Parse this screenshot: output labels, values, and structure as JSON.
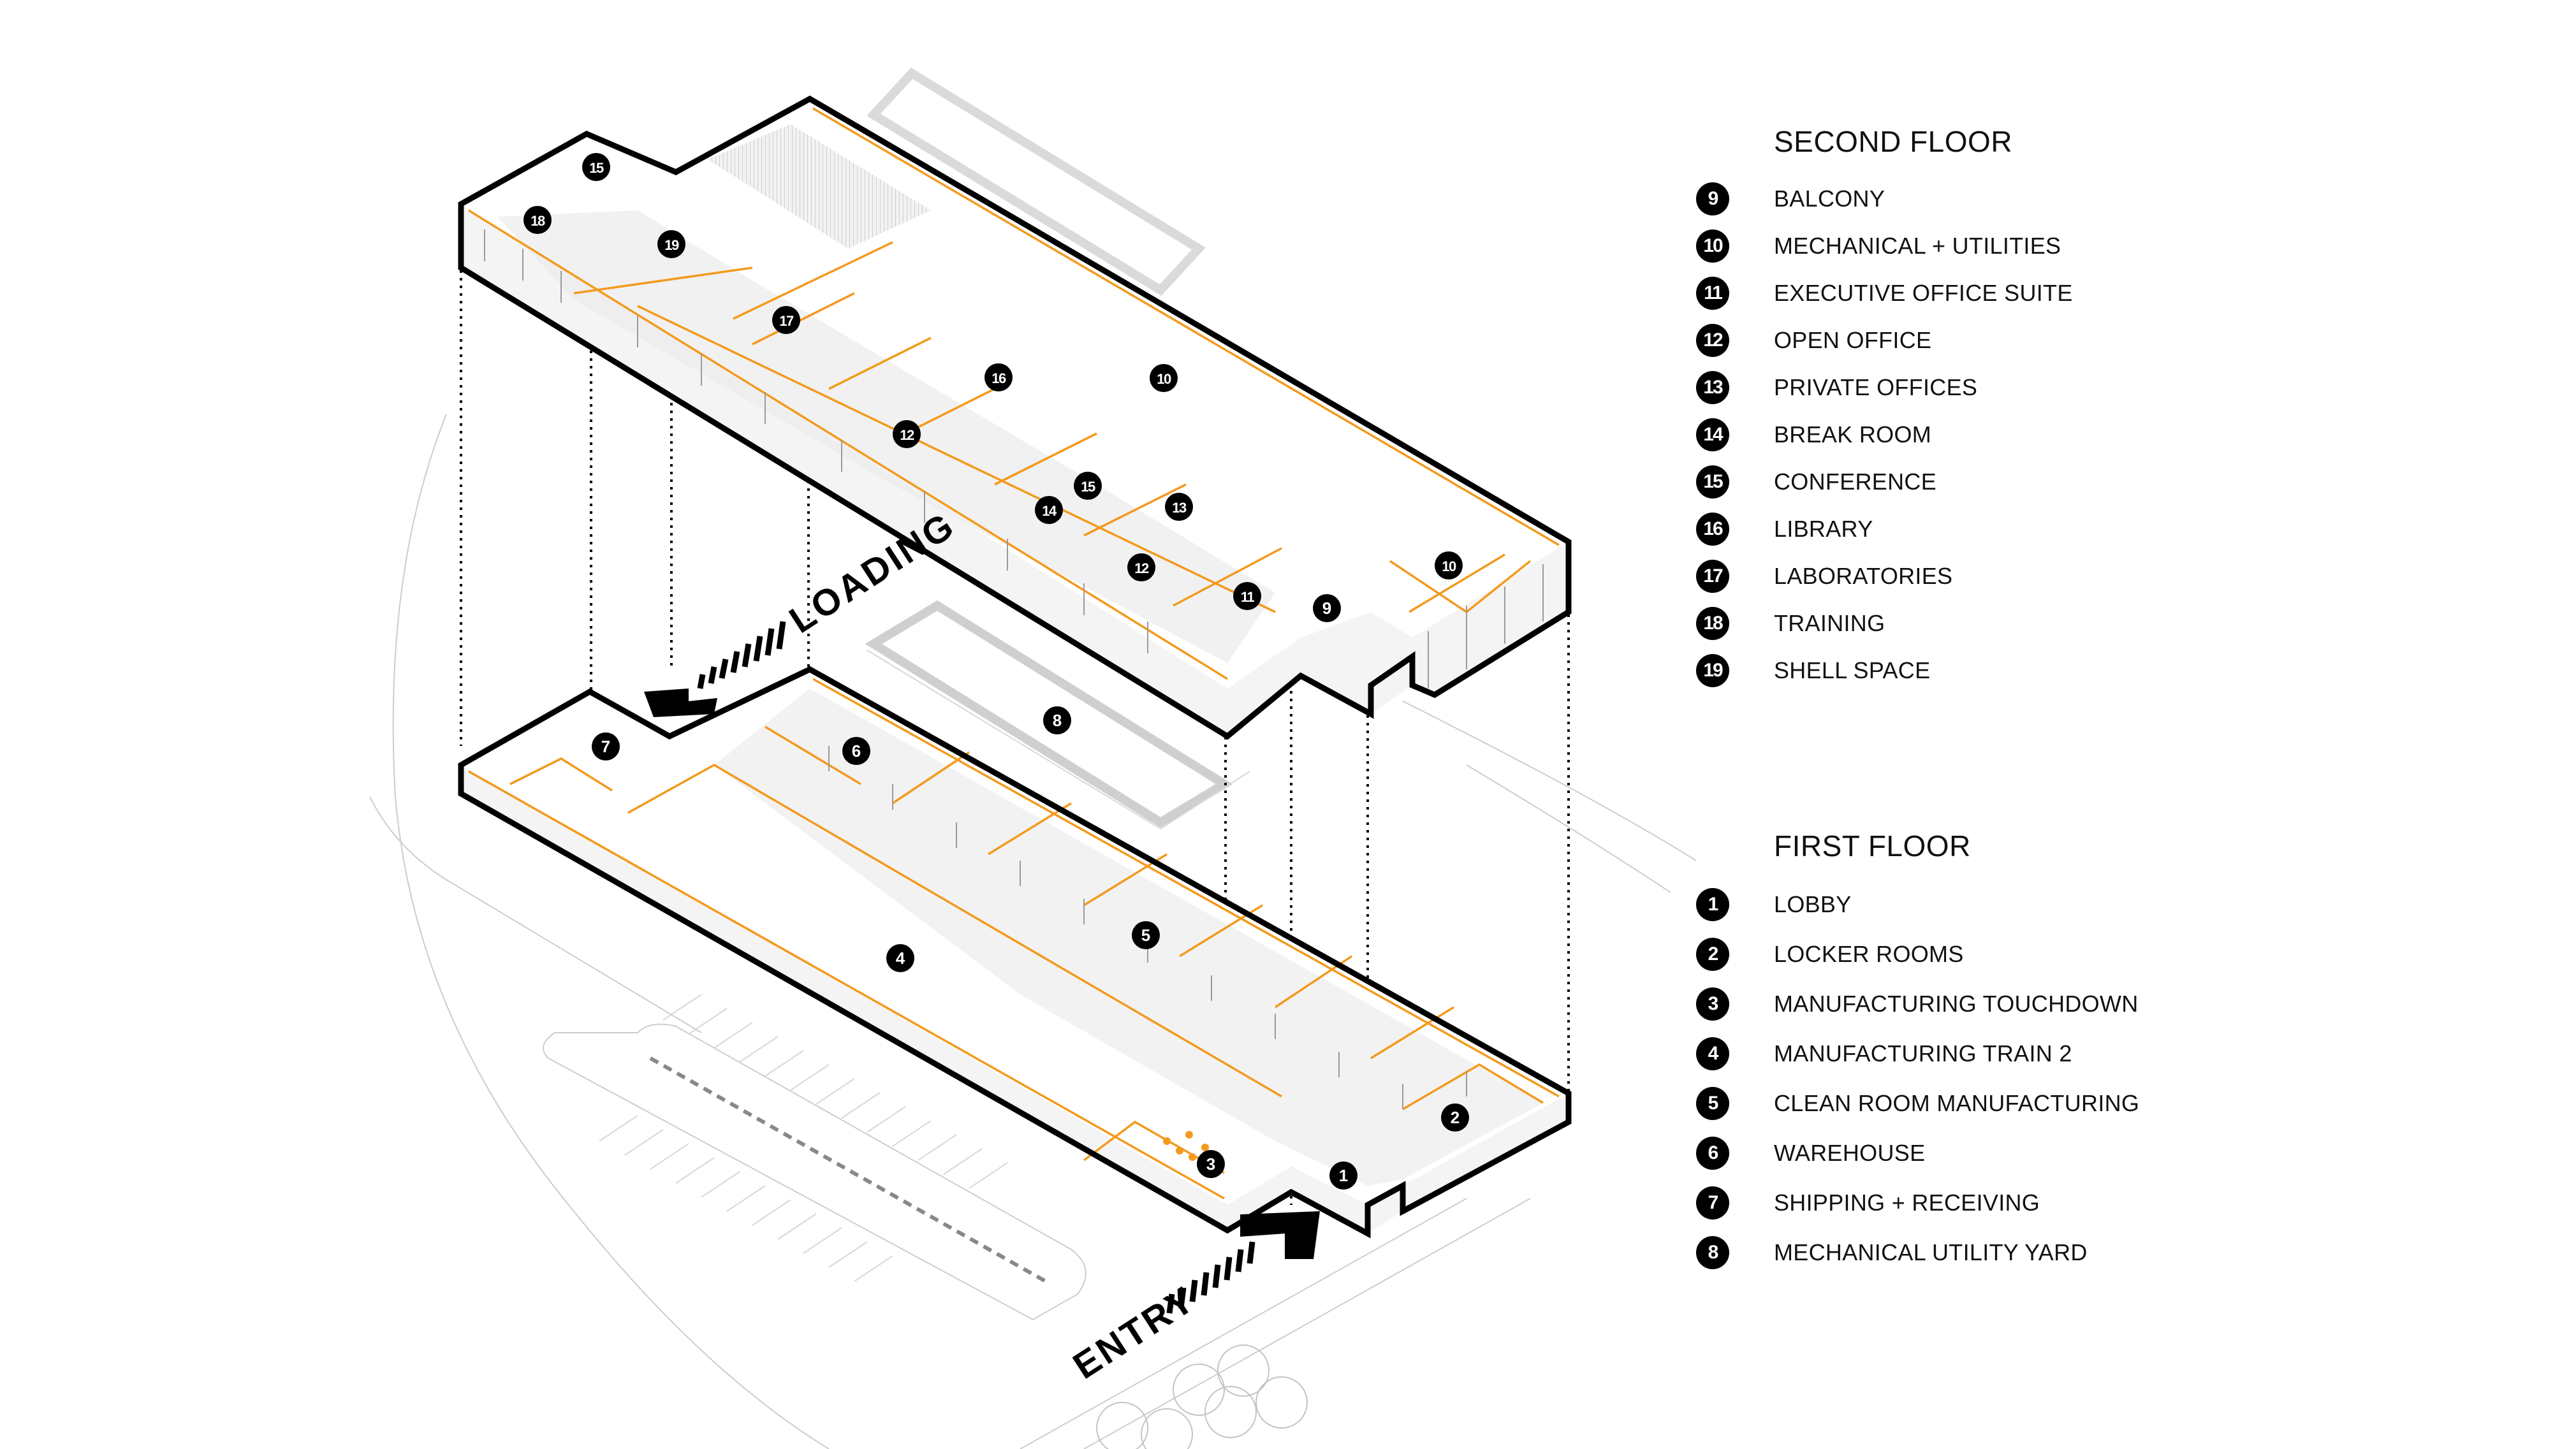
{
  "diagram": {
    "type": "exploded axonometric floor plan",
    "accent_color": "#f39a1e",
    "outline_color": "#000000",
    "wall_shade_color": "#d9d9d9",
    "site_line_color": "#c8c8c8"
  },
  "annotations": {
    "loading_label": "LOADING",
    "entry_label": "ENTRY"
  },
  "legend": {
    "second_floor": {
      "title": "SECOND FLOOR",
      "items": [
        {
          "number": "9",
          "label": "BALCONY"
        },
        {
          "number": "10",
          "label": "MECHANICAL + UTILITIES"
        },
        {
          "number": "11",
          "label": "EXECUTIVE OFFICE SUITE"
        },
        {
          "number": "12",
          "label": "OPEN OFFICE"
        },
        {
          "number": "13",
          "label": "PRIVATE OFFICES"
        },
        {
          "number": "14",
          "label": "BREAK ROOM"
        },
        {
          "number": "15",
          "label": "CONFERENCE"
        },
        {
          "number": "16",
          "label": "LIBRARY"
        },
        {
          "number": "17",
          "label": "LABORATORIES"
        },
        {
          "number": "18",
          "label": "TRAINING"
        },
        {
          "number": "19",
          "label": "SHELL SPACE"
        }
      ]
    },
    "first_floor": {
      "title": "FIRST FLOOR",
      "items": [
        {
          "number": "1",
          "label": "LOBBY"
        },
        {
          "number": "2",
          "label": "LOCKER ROOMS"
        },
        {
          "number": "3",
          "label": "MANUFACTURING TOUCHDOWN"
        },
        {
          "number": "4",
          "label": "MANUFACTURING TRAIN 2"
        },
        {
          "number": "5",
          "label": "CLEAN ROOM MANUFACTURING"
        },
        {
          "number": "6",
          "label": "WAREHOUSE"
        },
        {
          "number": "7",
          "label": "SHIPPING + RECEIVING"
        },
        {
          "number": "8",
          "label": "MECHANICAL UTILITY YARD"
        }
      ]
    }
  },
  "plan_markers": {
    "second_floor": [
      "15",
      "18",
      "19",
      "17",
      "16",
      "10",
      "12",
      "15",
      "14",
      "13",
      "12",
      "11",
      "9",
      "10"
    ],
    "first_floor": [
      "7",
      "6",
      "8",
      "5",
      "4",
      "3",
      "1",
      "2"
    ]
  }
}
